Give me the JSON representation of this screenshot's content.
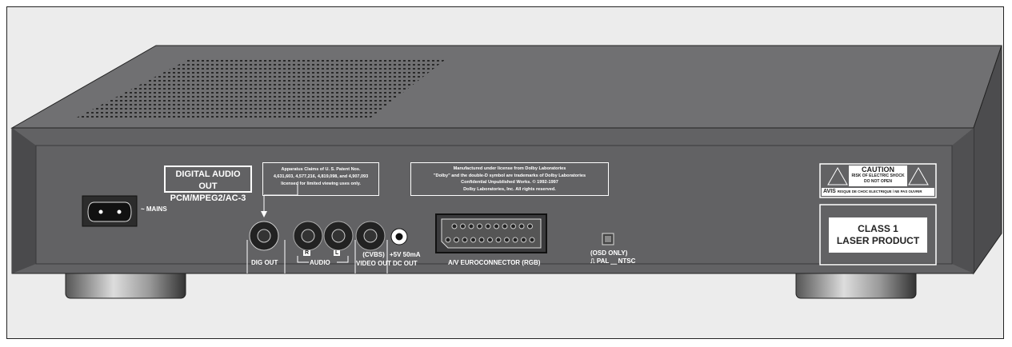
{
  "colors": {
    "background": "#ececec",
    "top": "#707072",
    "front": "#626264",
    "side": "#4c4c4e",
    "label": "#ffffff"
  },
  "digital_audio_out": {
    "line1": "DIGITAL AUDIO OUT",
    "line2": "PCM/MPEG2/AC-3"
  },
  "patent": {
    "line1": "Apparatus Claims of U. S. Patent Nos.",
    "line2": "4,631,603, 4,577,216, 4,819,098, and 4,907,093",
    "line3": "licensed for limited viewing uses only."
  },
  "dolby": {
    "line1": "Manufactured under license from Dolby Laboratories",
    "line2": "\"Dolby\" and the double-D symbol are trademarks of Dolby Laboratories",
    "line3": "Confidential Unpublished Works. © 1992-1997",
    "line4": "Dolby Laboratories, Inc. All rights reserved."
  },
  "mains": "~ MAINS",
  "dig_out": "DIG OUT",
  "audio": {
    "label": "AUDIO",
    "r": "R",
    "l": "L"
  },
  "video_out": {
    "line1": "(CVBS)",
    "line2": "VIDEO OUT"
  },
  "dc_out": {
    "line1": "+5V 50mA",
    "line2": "DC OUT"
  },
  "euroconnector": "A/V EUROCONNECTOR (RGB)",
  "osd": {
    "line1": "(OSD ONLY)",
    "line2": "⎍ PAL  ⎽ NTSC"
  },
  "caution": {
    "title": "CAUTION",
    "line1": "RISK OF ELECTRIC SHOCK",
    "line2": "DO NOT OPEN",
    "avis": "AVIS",
    "avis_text": "RISQUE DE CHOC ELECTRIQUE / NE PAS OUVRIR"
  },
  "laser": {
    "line1": "CLASS 1",
    "line2": "LASER PRODUCT"
  }
}
